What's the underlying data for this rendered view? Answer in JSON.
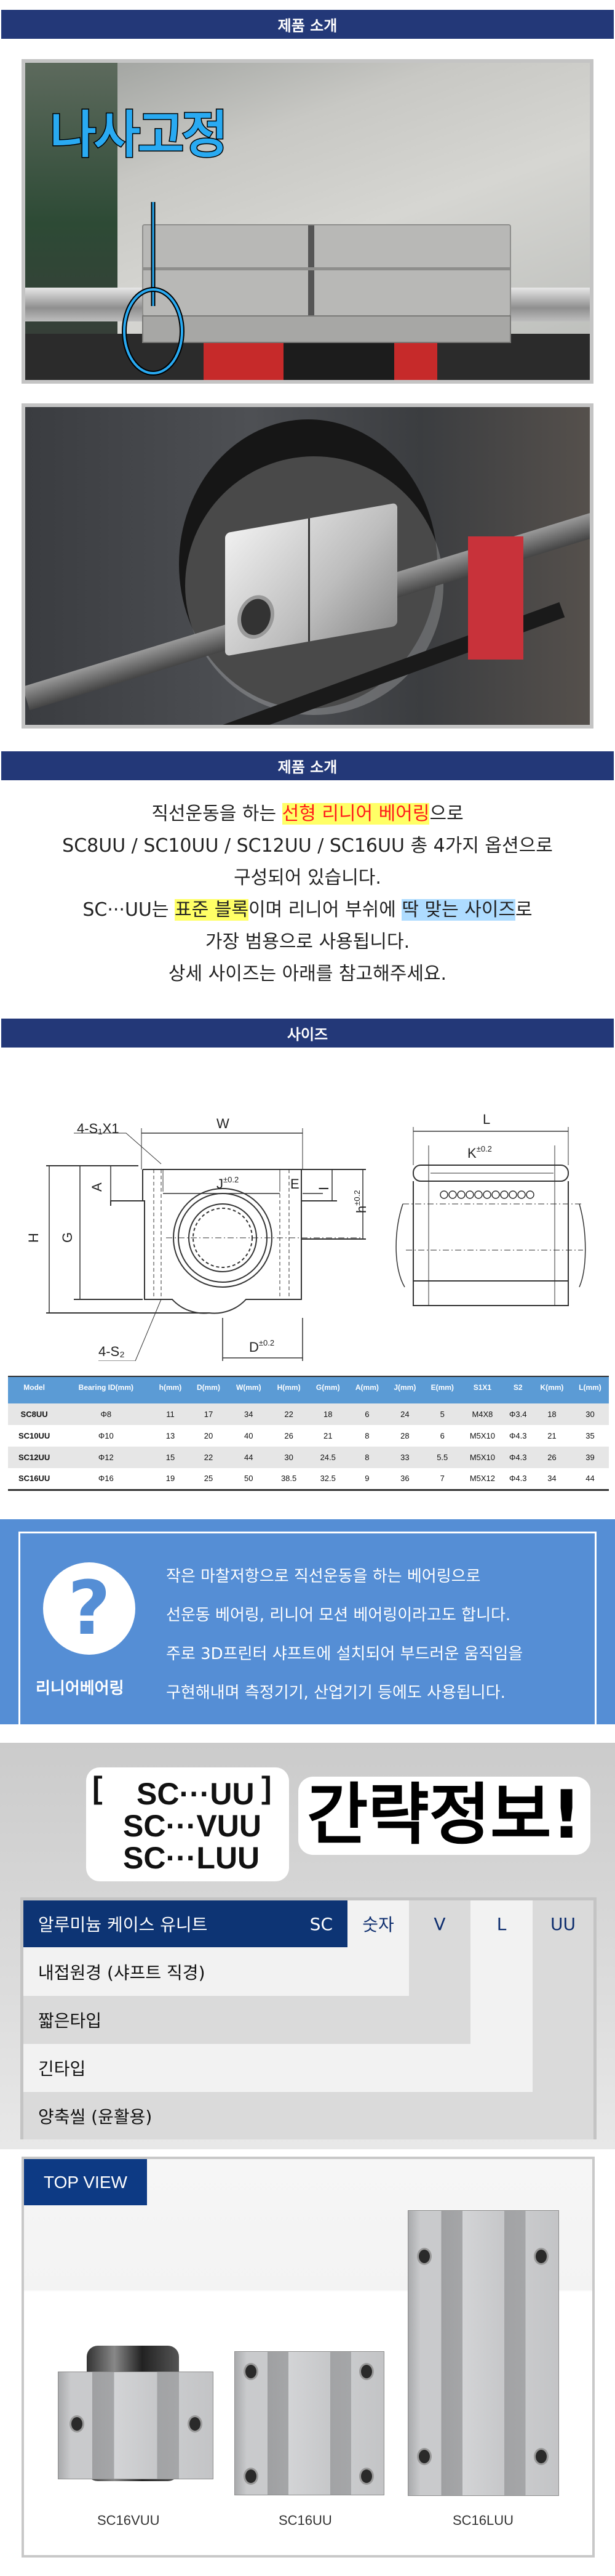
{
  "sections": {
    "intro_header": "제품 소개",
    "intro_header2": "제품 소개",
    "size_header": "사이즈"
  },
  "photo1": {
    "callout": "나사고정"
  },
  "intro": {
    "line1_a": "직선운동을 하는 ",
    "line1_hl": "선형 리니어 베어링",
    "line1_b": "으로",
    "line2": "SC8UU / SC10UU / SC12UU / SC16UU 총 4가지 옵션으로",
    "line3": "구성되어 있습니다.",
    "line4_a": "SC···UU는 ",
    "line4_hl1": "표준 블록",
    "line4_b": "이며 리니어 부쉬에 ",
    "line4_hl2": "딱 맞는 사이즈",
    "line4_c": "로",
    "line5": "가장 범용으로 사용됩니다.",
    "line6": "상세 사이즈는 아래를 참고해주세요."
  },
  "diagram": {
    "s1": "4-S₁X1",
    "w": "W",
    "j": "J",
    "j_tol": "±0.2",
    "e": "E",
    "a": "A",
    "h_big": "H",
    "g": "G",
    "h_small": "h",
    "h_tol": "±0.2",
    "i": "I",
    "s2": "4-S₂",
    "d": "D",
    "d_tol": "±0.2",
    "l": "L",
    "k": "K",
    "k_tol": "±0.2"
  },
  "spec_table": {
    "headers": [
      "Model",
      "Bearing ID(mm)",
      "h(mm)",
      "D(mm)",
      "W(mm)",
      "H(mm)",
      "G(mm)",
      "A(mm)",
      "J(mm)",
      "E(mm)",
      "S1X1",
      "S2",
      "K(mm)",
      "L(mm)"
    ],
    "rows": [
      [
        "SC8UU",
        "Φ8",
        "11",
        "17",
        "34",
        "22",
        "18",
        "6",
        "24",
        "5",
        "M4X8",
        "Φ3.4",
        "18",
        "30"
      ],
      [
        "SC10UU",
        "Φ10",
        "13",
        "20",
        "40",
        "26",
        "21",
        "8",
        "28",
        "6",
        "M5X10",
        "Φ4.3",
        "21",
        "35"
      ],
      [
        "SC12UU",
        "Φ12",
        "15",
        "22",
        "44",
        "30",
        "24.5",
        "8",
        "33",
        "5.5",
        "M5X10",
        "Φ4.3",
        "26",
        "39"
      ],
      [
        "SC16UU",
        "Φ16",
        "19",
        "25",
        "50",
        "38.5",
        "32.5",
        "9",
        "36",
        "7",
        "M5X12",
        "Φ4.3",
        "34",
        "44"
      ]
    ]
  },
  "info": {
    "icon": "question-icon",
    "icon_glyph": "?",
    "label": "리니어베어링",
    "lines": [
      "작은 마찰저항으로 직선운동을 하는 베어링으로",
      "선운동 베어링, 리니어 모션 베어링이라고도 합니다.",
      "주로 3D프린터 샤프트에 설치되어 부드러운 움직임을",
      "구현해내며 측정기기, 산업기기 등에도 사용됩니다."
    ]
  },
  "summary": {
    "bracket_open": "[",
    "bracket_close": "]",
    "models": [
      "SC···UU",
      "SC···VUU",
      "SC···LUU"
    ],
    "title": "간략정보!",
    "header_main": "알루미늄 케이스 유니트",
    "header_sc": "SC",
    "columns": [
      "숫자",
      "V",
      "L",
      "UU"
    ],
    "rows": [
      "내접원경 (샤프트 직경)",
      "짧은타입",
      "긴타입",
      "양축씰 (윤활용)"
    ]
  },
  "top_view": {
    "badge": "TOP VIEW",
    "products": [
      "SC16VUU",
      "SC16UU",
      "SC16LUU"
    ]
  },
  "colors": {
    "navy": "#233878",
    "table_blue": "#5b9bd5",
    "info_blue": "#558ed5",
    "callout": "#29aaf2"
  }
}
